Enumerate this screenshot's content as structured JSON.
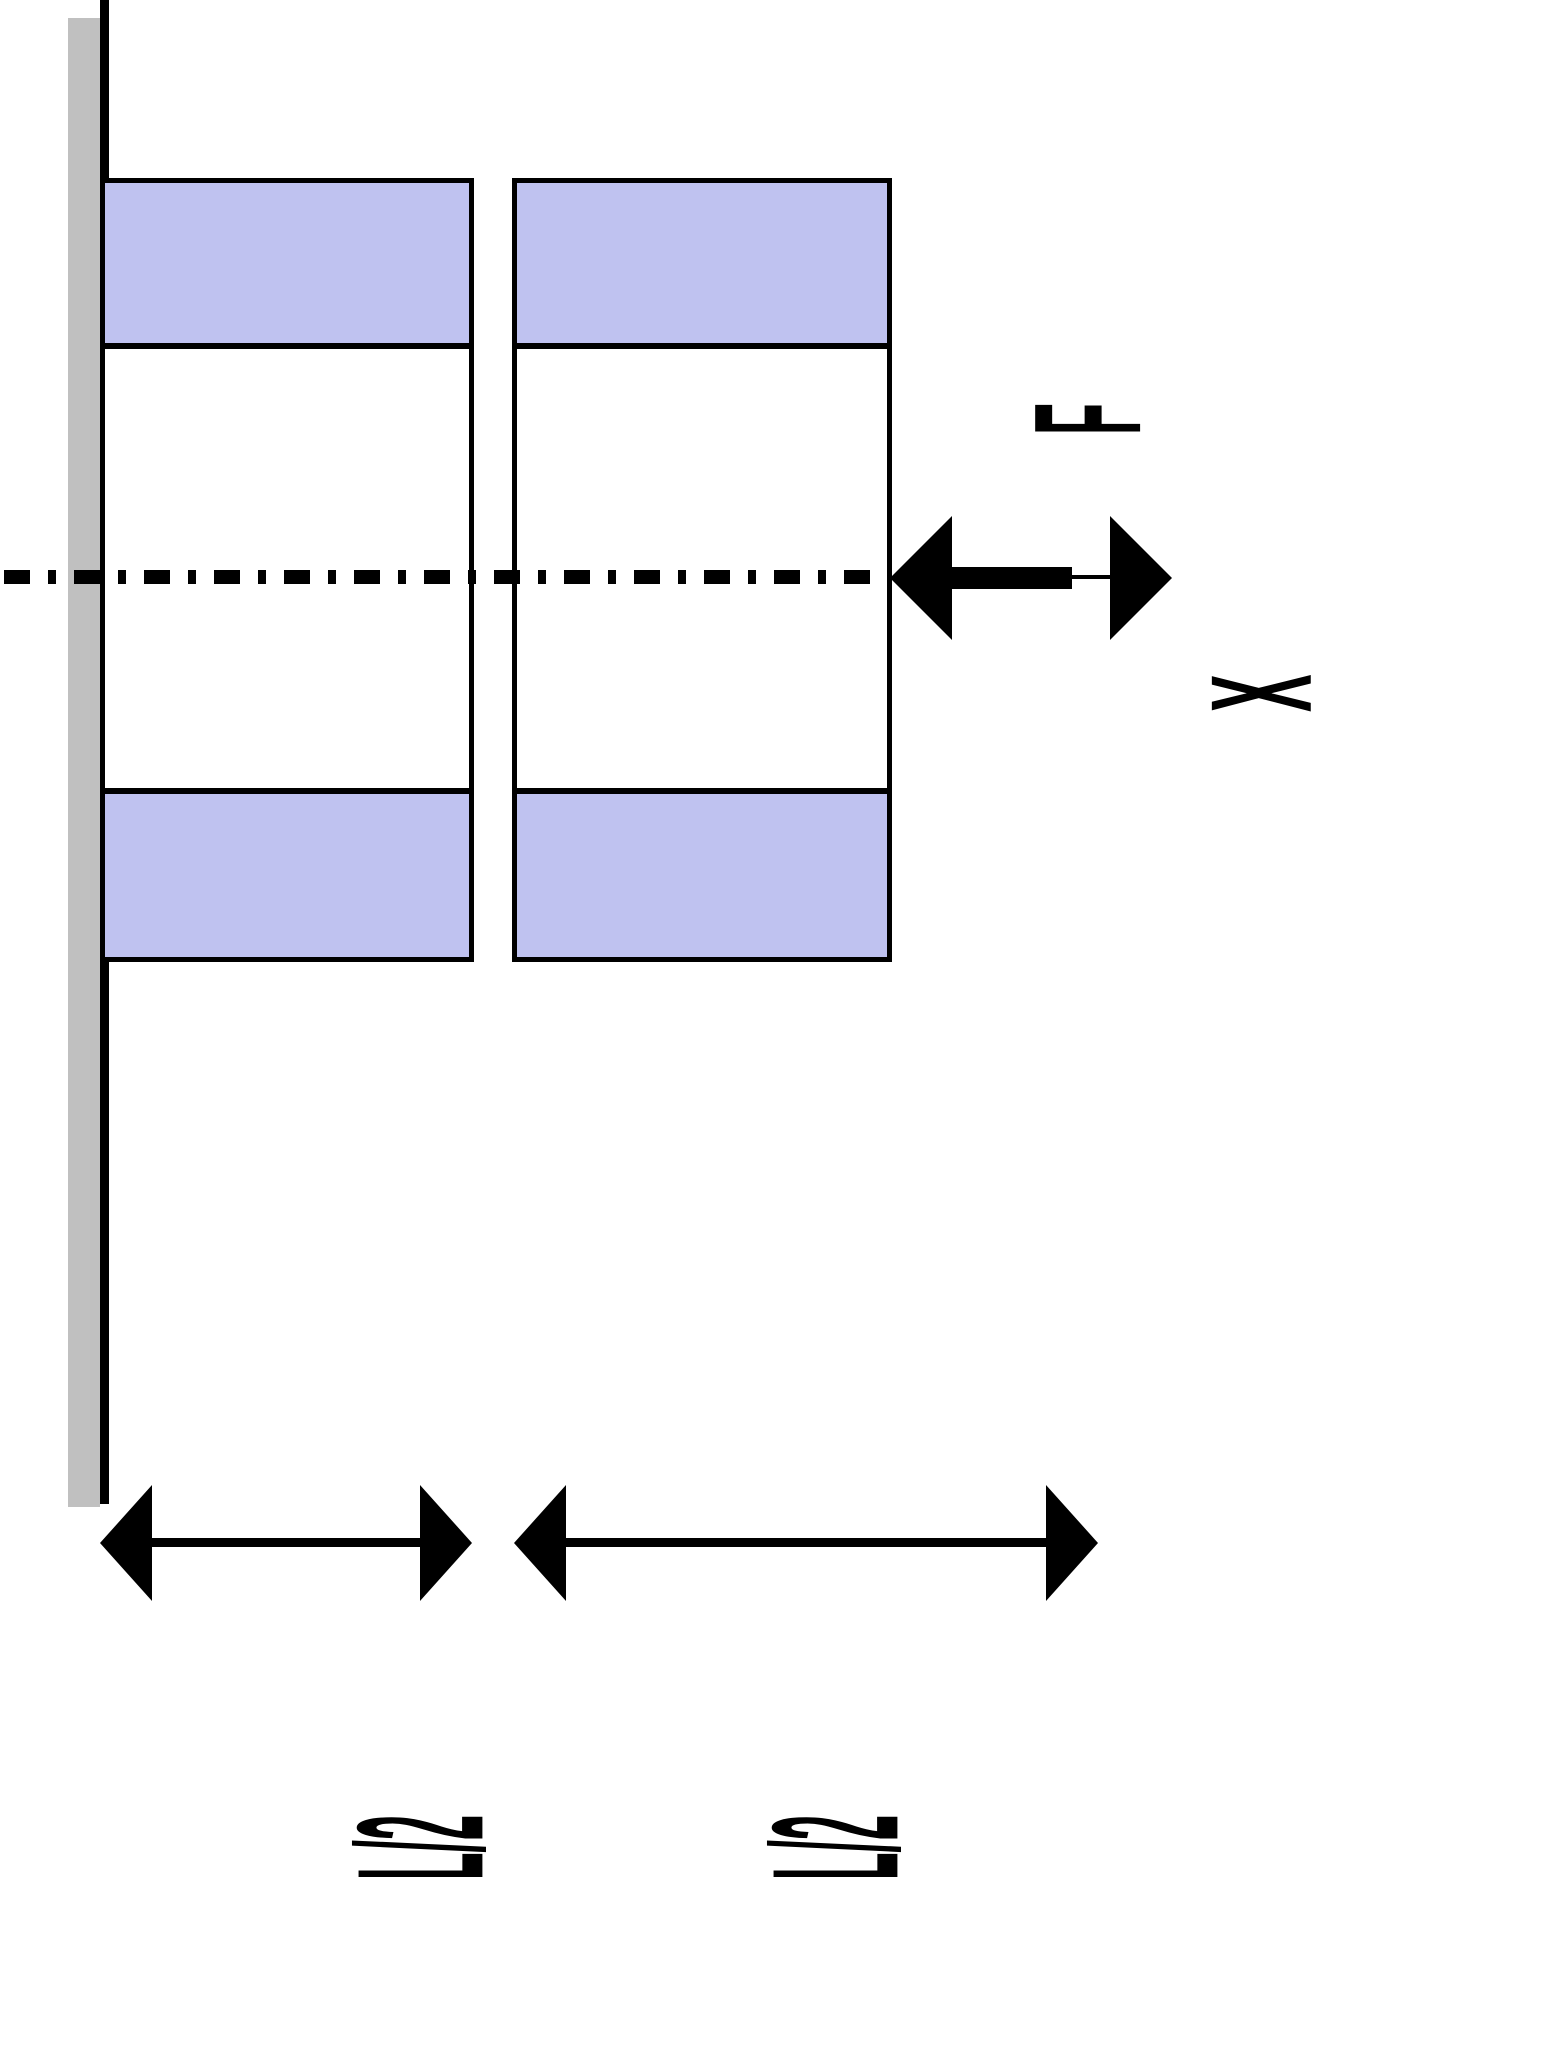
{
  "diagram": {
    "type": "free-body-diagram",
    "title": "Cantilever beam fixed at wall with axial force F applied at free end",
    "labels": {
      "force": "F",
      "axis": "X",
      "dim_left": "L/2",
      "dim_right": "L/2"
    },
    "colors": {
      "band_fill": "#bfc2f0",
      "wall_hatch": "#c0c0c0",
      "stroke": "#000000",
      "body_fill": "#ffffff"
    },
    "elements": {
      "wall": "fixed-support",
      "segment_left": "beam-segment-1",
      "segment_right": "beam-segment-2",
      "centerline": "neutral-axis-dash-dot",
      "force_arrow": "compressive-axial-force-pointing-left",
      "axis_arrow": "positive-x-direction-pointing-right"
    },
    "dimensions": {
      "total_length": "L",
      "segments": [
        "L/2",
        "L/2"
      ],
      "count": 2
    }
  }
}
